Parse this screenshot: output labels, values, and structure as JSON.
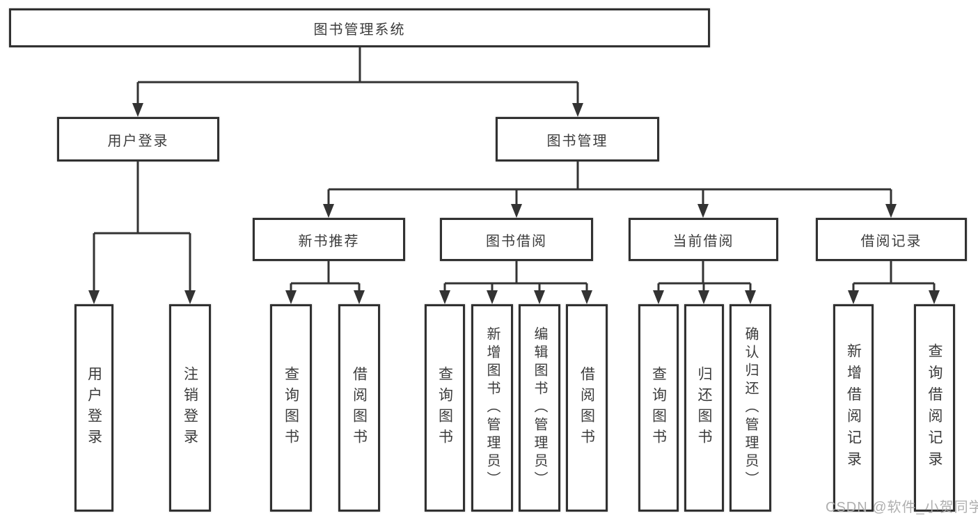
{
  "tree": {
    "root": {
      "label": "图书管理系统"
    },
    "children": [
      {
        "label": "用户登录",
        "children": [
          {
            "label": "用户登录"
          },
          {
            "label": "注销登录"
          }
        ]
      },
      {
        "label": "图书管理",
        "children": [
          {
            "label": "新书推荐",
            "children": [
              {
                "label": "查询图书"
              },
              {
                "label": "借阅图书"
              }
            ]
          },
          {
            "label": "图书借阅",
            "children": [
              {
                "label": "查询图书"
              },
              {
                "label": "新增图书（管理员）"
              },
              {
                "label": "编辑图书（管理员）"
              },
              {
                "label": "借阅图书"
              }
            ]
          },
          {
            "label": "当前借阅",
            "children": [
              {
                "label": "查询图书"
              },
              {
                "label": "归还图书"
              },
              {
                "label": "确认归还（管理员）"
              }
            ]
          },
          {
            "label": "借阅记录",
            "children": [
              {
                "label": "新增借阅记录"
              },
              {
                "label": "查询借阅记录"
              }
            ]
          }
        ]
      }
    ]
  },
  "watermark": "CSDN @软件_小贺同学",
  "colors": {
    "line": "#333333",
    "border": "#313131",
    "text": "#3c3c3c",
    "watermark": "#ababab",
    "background": "#ffffff"
  }
}
